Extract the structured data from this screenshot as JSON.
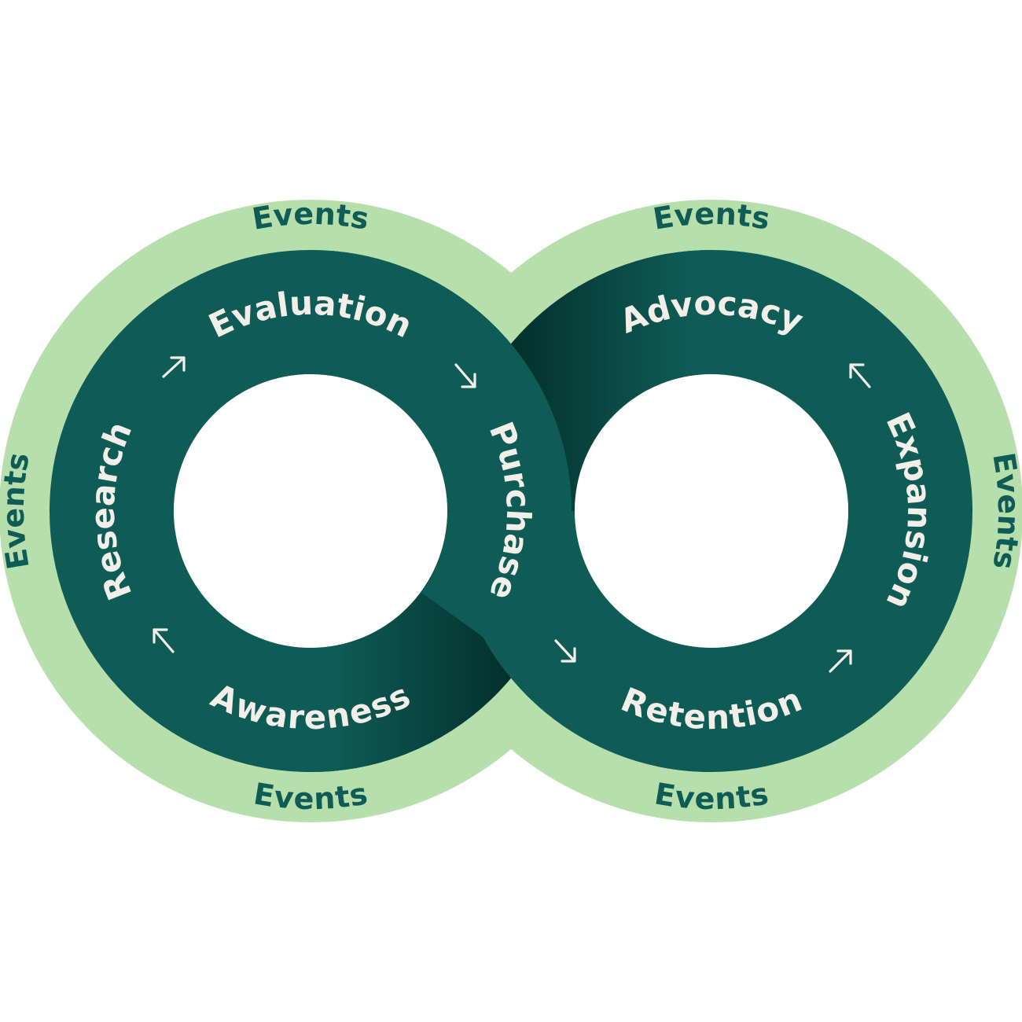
{
  "diagram": {
    "title": "Infinity loop customer lifecycle",
    "colors": {
      "outer_ring": "#b7dfab",
      "inner_ring": "#0f5c56",
      "shadow": "#03302d",
      "stage_text": "#f2efe9",
      "events_text": "#0f5c56",
      "background": "#ffffff"
    },
    "events_label": "Events",
    "left_loop": {
      "events": [
        "Events",
        "Events",
        "Events"
      ],
      "stages": [
        "Evaluation",
        "Research",
        "Awareness"
      ]
    },
    "center_stage": "Purchase",
    "right_loop": {
      "events": [
        "Events",
        "Events",
        "Events"
      ],
      "stages": [
        "Advocacy",
        "Expansion",
        "Retention"
      ]
    },
    "arrows": [
      {
        "from": "Research",
        "to": "Evaluation",
        "icon": "arrow-up-right-icon"
      },
      {
        "from": "Evaluation",
        "to": "Purchase",
        "icon": "arrow-down-right-icon"
      },
      {
        "from": "Awareness",
        "to": "Research",
        "icon": "arrow-up-left-icon"
      },
      {
        "from": "Purchase",
        "to": "Retention",
        "icon": "arrow-down-right-icon"
      },
      {
        "from": "Retention",
        "to": "Expansion",
        "icon": "arrow-up-right-icon"
      },
      {
        "from": "Expansion",
        "to": "Advocacy",
        "icon": "arrow-up-left-icon"
      }
    ]
  }
}
